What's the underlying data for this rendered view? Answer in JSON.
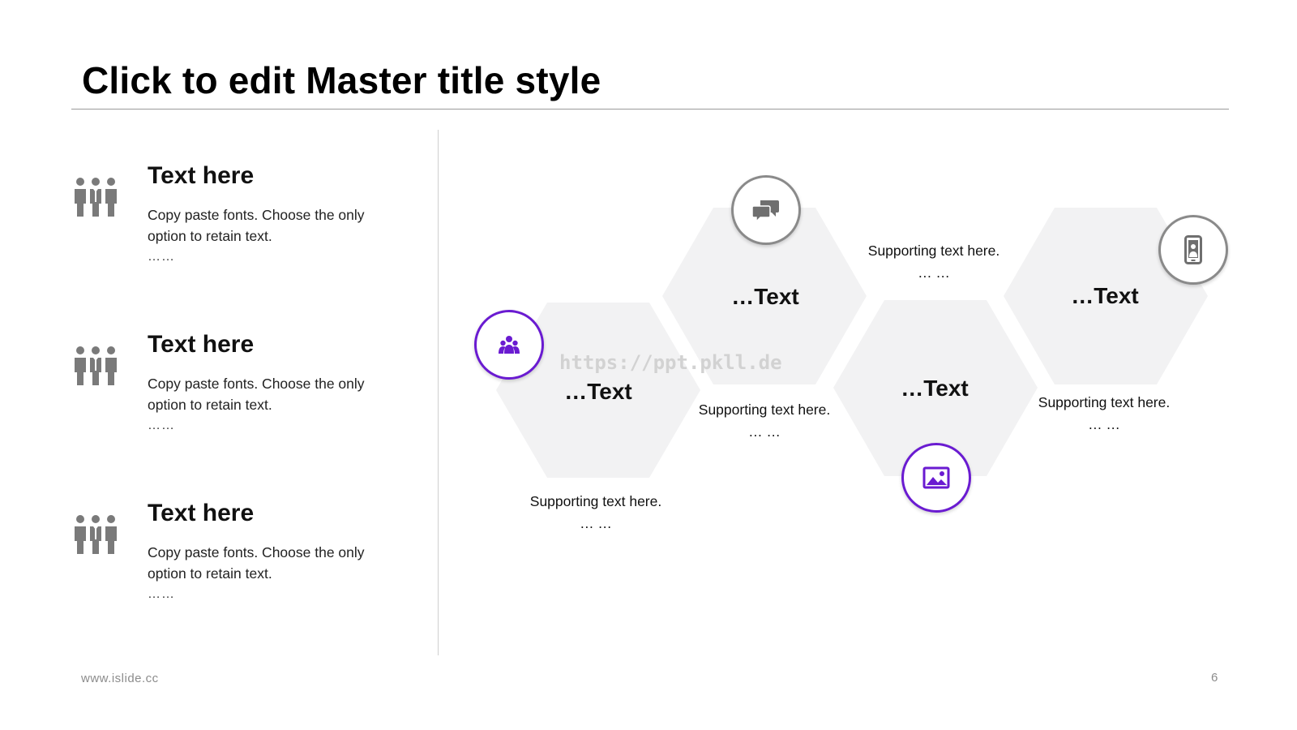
{
  "slide": {
    "title": "Click to edit Master title style",
    "footer_url": "www.islide.cc",
    "page_number": "6",
    "watermark": "https://ppt.pkll.de"
  },
  "colors": {
    "accent": "#6a1bd1",
    "icon_gray": "#8a8a8a",
    "hex_fill": "#f2f2f3"
  },
  "left_items": [
    {
      "icon": "people-icon",
      "title": "Text here",
      "body": "Copy paste fonts. Choose the only option to retain text.",
      "dots": "……"
    },
    {
      "icon": "people-icon",
      "title": "Text here",
      "body": "Copy paste fonts. Choose the only option to retain text.",
      "dots": "……"
    },
    {
      "icon": "people-icon",
      "title": "Text here",
      "body": "Copy paste fonts. Choose the only option to retain text.",
      "dots": "……"
    }
  ],
  "hex_items": [
    {
      "label": "…Text",
      "support": "Supporting text here.",
      "dots": "… …",
      "icon": "group-icon",
      "icon_color": "#6a1bd1"
    },
    {
      "label": "…Text",
      "support": "Supporting text here.",
      "dots": "… …",
      "icon": "chat-icon",
      "icon_color": "#8a8a8a"
    },
    {
      "label": "…Text",
      "support": "Supporting text here.",
      "dots": "… …",
      "icon": "image-icon",
      "icon_color": "#6a1bd1"
    },
    {
      "label": "…Text",
      "support": "Supporting text here.",
      "dots": "… …",
      "icon": "mobile-phone-icon",
      "icon_color": "#8a8a8a"
    }
  ]
}
